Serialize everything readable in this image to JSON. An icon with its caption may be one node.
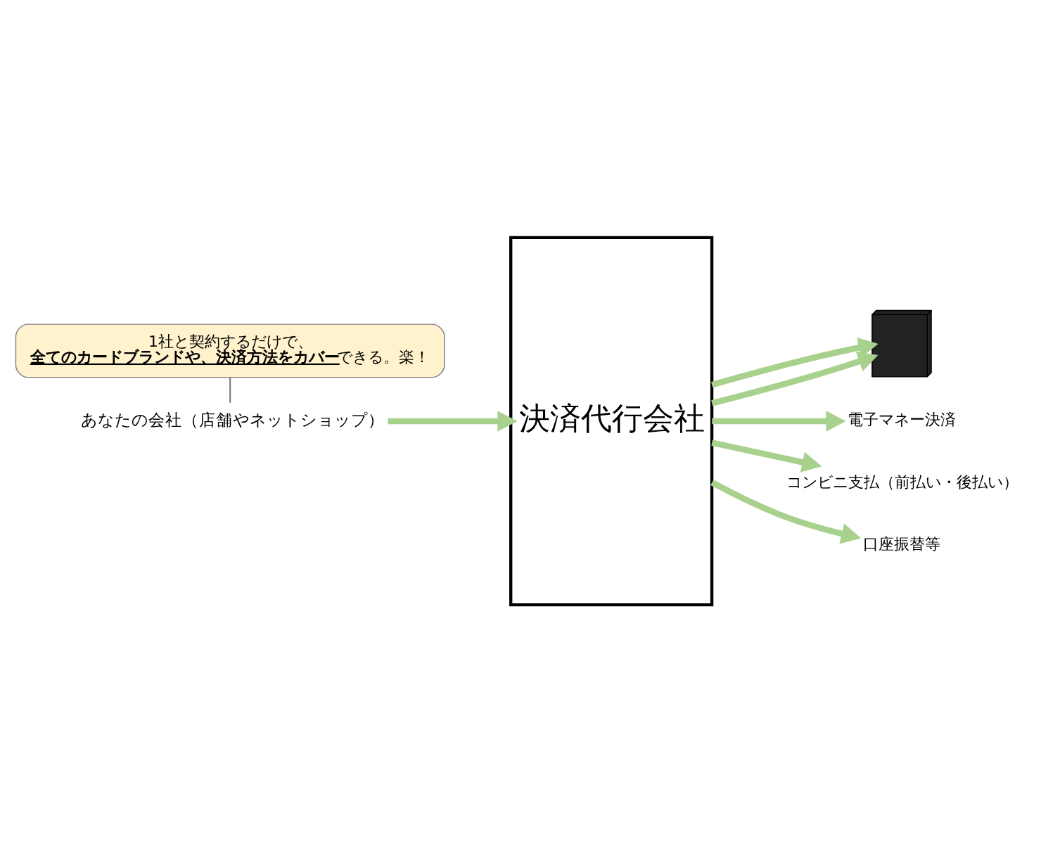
{
  "diagram": {
    "nodes": [
      {
        "text": [
          "あなたの会社（店舗やネットショップ）"
        ]
      },
      {
        "text": [
          "決済代行会社"
        ]
      },
      {
        "text": [],
        "shape": "building"
      },
      {
        "text": [
          "電子マネー決済"
        ]
      },
      {
        "text": [
          "コンビニ支払（前払い・後払い）"
        ]
      },
      {
        "text": [
          "口座振替等"
        ]
      },
      {
        "text": [
          "1社と契約するだけで、**全てのカードブランドや、決済方法をカバー**できる。楽！"
        ]
      }
    ],
    "edges": [
      {
        "from": 0,
        "to": 1,
        "arrow": "to"
      },
      {
        "from": 1,
        "to": 2,
        "arrow": "to"
      },
      {
        "from": 1,
        "to": 2,
        "arrow": "to"
      },
      {
        "from": 1,
        "to": 3,
        "arrow": "to"
      },
      {
        "from": 1,
        "to": 4,
        "arrow": "to"
      },
      {
        "from": 1,
        "to": 5,
        "arrow": "to"
      },
      {
        "from": 6,
        "to": 0,
        "arrow": "none",
        "color": "#808080"
      }
    ]
  }
}
